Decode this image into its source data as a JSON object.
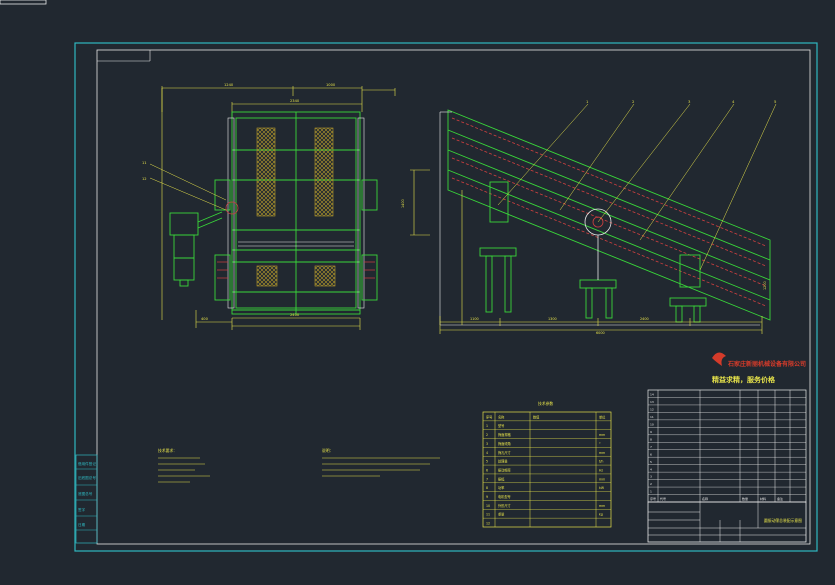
{
  "colors": {
    "background": "#212830",
    "outer_frame": "#2fb7c0",
    "inner_frame": "#e6e6e6",
    "drawing_green": "#39d63a",
    "drawing_yellow": "#e6e24a",
    "drawing_white": "#e9e9e9",
    "hatch_red": "#d24040",
    "mesh": "#b59a2a",
    "logo_red": "#d43b2a"
  },
  "company": {
    "name": "石家庄新丽机械设备有限公司",
    "slogan": "精益求精，服务价格"
  },
  "drawing_title": "圆振动筛总装配示意图",
  "left_stamp_labels": [
    "借用件登记",
    "旧底图总号",
    "底图总号",
    "签字",
    "日期"
  ],
  "specs_table": {
    "title": "技术参数",
    "header": [
      "序号",
      "名称",
      "数值",
      "单位"
    ],
    "rows": [
      [
        "1",
        "型号",
        "",
        ""
      ],
      [
        "2",
        "筛面规格",
        "",
        "mm"
      ],
      [
        "3",
        "筛面倾角",
        "",
        "°"
      ],
      [
        "4",
        "筛孔尺寸",
        "",
        "mm"
      ],
      [
        "5",
        "处理量",
        "",
        "t/h"
      ],
      [
        "6",
        "振动频率",
        "",
        "Hz"
      ],
      [
        "7",
        "振幅",
        "",
        "mm"
      ],
      [
        "8",
        "功率",
        "",
        "kW"
      ],
      [
        "9",
        "电机型号",
        "",
        ""
      ],
      [
        "10",
        "外形尺寸",
        "",
        "mm"
      ],
      [
        "11",
        "重量",
        "",
        "kg"
      ],
      [
        "12",
        "",
        "",
        ""
      ]
    ]
  },
  "notes_left": {
    "heading": "技术要求：",
    "lines": [
      "",
      "",
      "",
      "",
      ""
    ]
  },
  "notes_right": {
    "heading": "说明：",
    "lines": [
      "",
      "",
      "",
      ""
    ]
  },
  "parts_list": {
    "rows": [
      [
        "14",
        "",
        "",
        "",
        "",
        ""
      ],
      [
        "13",
        "",
        "",
        "",
        "",
        ""
      ],
      [
        "12",
        "",
        "",
        "",
        "",
        ""
      ],
      [
        "11",
        "",
        "",
        "",
        "",
        ""
      ],
      [
        "10",
        "",
        "",
        "",
        "",
        ""
      ],
      [
        "9",
        "",
        "",
        "",
        "",
        ""
      ],
      [
        "8",
        "",
        "",
        "",
        "",
        ""
      ],
      [
        "7",
        "",
        "",
        "",
        "",
        ""
      ],
      [
        "6",
        "",
        "",
        "",
        "",
        ""
      ],
      [
        "5",
        "",
        "",
        "",
        "",
        ""
      ],
      [
        "4",
        "",
        "",
        "",
        "",
        ""
      ],
      [
        "3",
        "",
        "",
        "",
        "",
        ""
      ],
      [
        "2",
        "",
        "",
        "",
        "",
        ""
      ],
      [
        "1",
        "",
        "",
        "",
        "",
        ""
      ]
    ],
    "header": [
      "序号",
      "代号",
      "名称",
      "数量",
      "材料",
      "备注"
    ]
  },
  "dimensions": {
    "front_overall_width": "2340",
    "front_bottom_width": "2400",
    "front_left_offset": "400",
    "front_top_left": "1240",
    "front_top_right": "1000",
    "side_overall_length": "6000",
    "side_segment_1": "1100",
    "side_segment_2": "1300",
    "side_segment_3": "2400",
    "side_height_left": "1400",
    "side_height_right": "1200"
  },
  "balloons": [
    "1",
    "2",
    "3",
    "4",
    "5"
  ],
  "front_view_labels": [
    "11",
    "12"
  ]
}
